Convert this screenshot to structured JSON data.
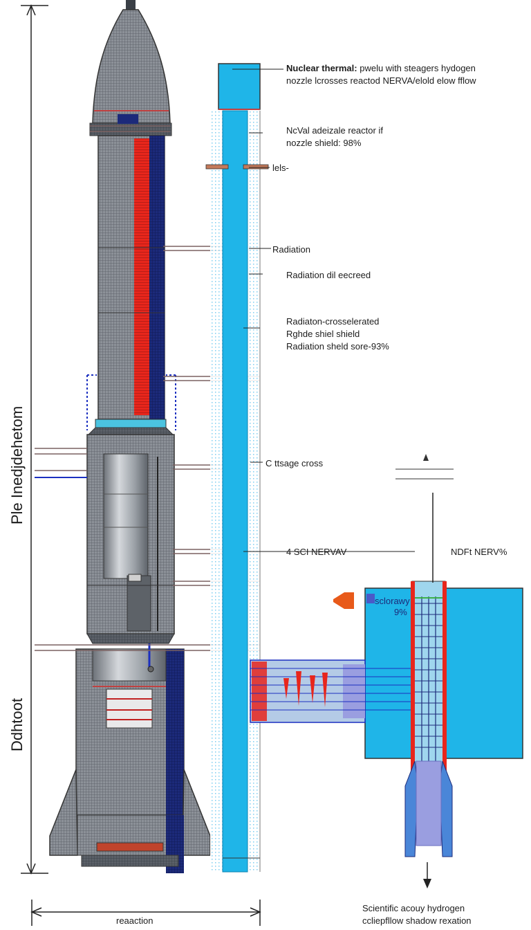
{
  "labels": {
    "top_title_bold": "Nuclear thermal:",
    "top_title_rest": "pwelu with steagers hydogen",
    "top_title_line2": "nozzle lcrosses reactod NERVA/elold elow fflow",
    "nozzle_line1": "NcVal adeizale reactor if",
    "nozzle_line2": "nozzle shield: 98%",
    "short_label": "lels-",
    "radiation": "Radiation",
    "radiation_2": "Radiation dil eecreed",
    "radiation_3_line1": "Radiaton-crosselerated",
    "radiation_3_line2": "Rghde shiel shield",
    "radiation_3_line3": "Radiation sheld sore-93%",
    "stage_cross": "C ttsage cross",
    "nerva_left": "4 SCI NERVAV",
    "nerva_right": "NDFt NERV%",
    "efficiency_line1": "sclorawy",
    "efficiency_line2": "9%",
    "bottom_right_line1": "Scientific acouy hydrogen",
    "bottom_right_line2": "ccliepfllow shadow rexation",
    "bottom_dimension": "reaaction",
    "vertical_upper": "Ple Inedjdehetom",
    "vertical_lower": "Ddhtoot"
  },
  "colors": {
    "hull": "#8a8f96",
    "hull_dark": "#5c6168",
    "reactor_core": "#e8261c",
    "shield_blue": "#1fb5e8",
    "navy": "#1c2a7a",
    "lavender": "#9a9ee0",
    "orange_arrow": "#e85a1a",
    "line": "#333333"
  }
}
